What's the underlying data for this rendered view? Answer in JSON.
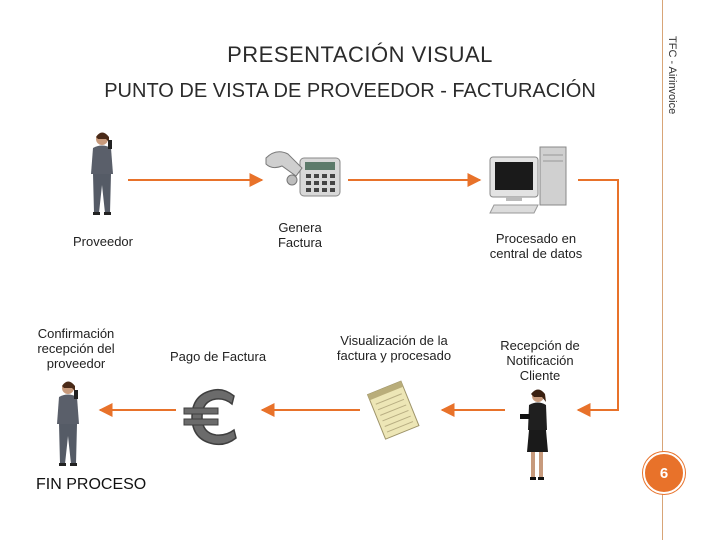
{
  "header": {
    "title_line1": "PRESENTACIÓN VISUAL",
    "title_line2": "PUNTO DE VISTA DE PROVEEDOR - FACTURACIÓN"
  },
  "sidebar": {
    "vertical_text": "TFC - Airinvoice"
  },
  "page_number": "6",
  "diagram": {
    "proveedor": "Proveedor",
    "genera_factura": "Genera Factura",
    "procesado": "Procesado en central de datos",
    "recepcion": "Recepción de Notificación Cliente",
    "visualizacion": "Visualización de la factura y procesado",
    "pago": "Pago de Factura",
    "confirmacion": "Confirmación recepción del proveedor",
    "fin": "FIN PROCESO"
  },
  "colors": {
    "accent": "#e8722a",
    "line": "#d8a577"
  }
}
